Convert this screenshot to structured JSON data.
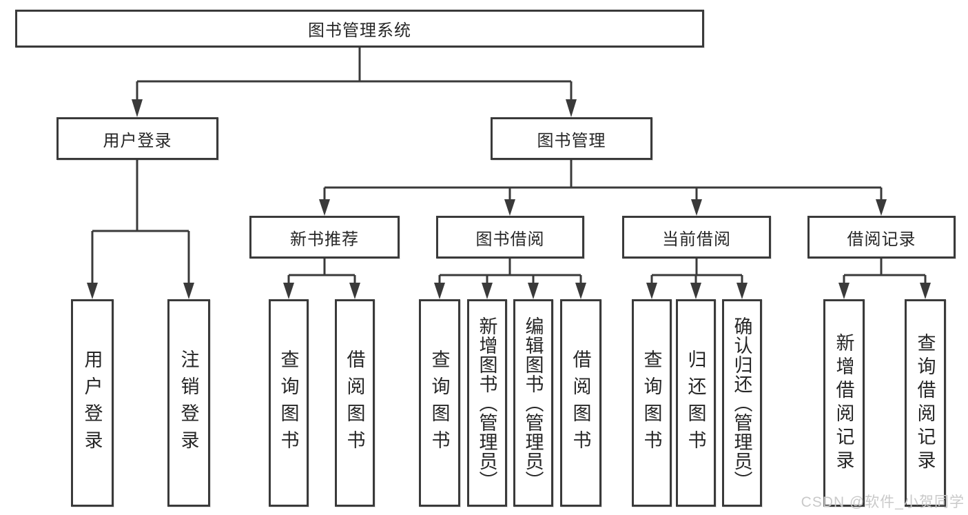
{
  "tree": {
    "root": {
      "label": "图书管理系统",
      "children": [
        {
          "label": "用户登录",
          "children": [
            {
              "label": "用户登录"
            },
            {
              "label": "注销登录"
            }
          ]
        },
        {
          "label": "图书管理",
          "children": [
            {
              "label": "新书推荐",
              "children": [
                {
                  "label": "查询图书"
                },
                {
                  "label": "借阅图书"
                }
              ]
            },
            {
              "label": "图书借阅",
              "children": [
                {
                  "label": "查询图书"
                },
                {
                  "label": "新增图书（管理员）"
                },
                {
                  "label": "编辑图书（管理员）"
                },
                {
                  "label": "借阅图书"
                }
              ]
            },
            {
              "label": "当前借阅",
              "children": [
                {
                  "label": "查询图书"
                },
                {
                  "label": "归还图书"
                },
                {
                  "label": "确认归还（管理员）"
                }
              ]
            },
            {
              "label": "借阅记录",
              "children": [
                {
                  "label": "新增借阅记录"
                },
                {
                  "label": "查询借阅记录"
                }
              ]
            }
          ]
        }
      ]
    }
  },
  "watermark": {
    "text": "CSDN @软件_小贺同学"
  },
  "colors": {
    "line": "#3a3a3a",
    "box_border": "#3a3a3a",
    "text": "#262626",
    "background": "#ffffff",
    "watermark": "#c9c9c9"
  }
}
